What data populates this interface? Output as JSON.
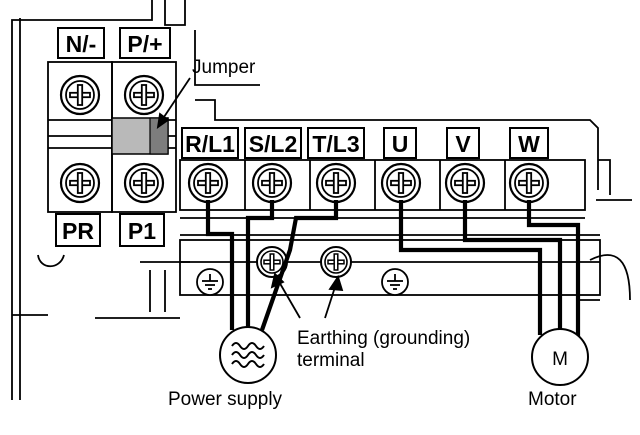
{
  "terminals": {
    "n_minus": "N/-",
    "p_plus": "P/+",
    "pr": "PR",
    "p1": "P1",
    "r_l1": "R/L1",
    "s_l2": "S/L2",
    "t_l3": "T/L3",
    "u": "U",
    "v": "V",
    "w": "W"
  },
  "callouts": {
    "jumper": "Jumper",
    "earthing_line1": "Earthing (grounding)",
    "earthing_line2": "terminal",
    "power_supply": "Power supply",
    "motor": "Motor",
    "motor_symbol": "M"
  },
  "icons": [
    "screw-icon",
    "ground-symbol-icon",
    "ac-source-icon",
    "motor-icon"
  ]
}
